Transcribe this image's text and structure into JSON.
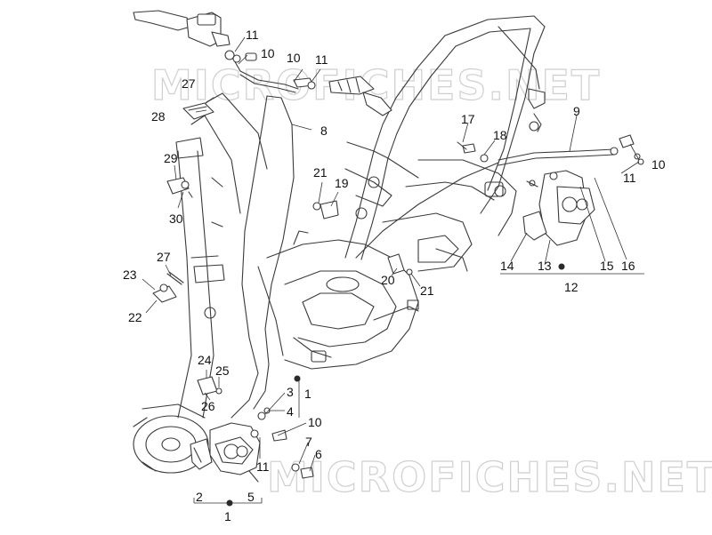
{
  "watermark": {
    "top_text": "MICROFICHES.NET",
    "bottom_text": "MICROFICHES.NET"
  },
  "callouts": {
    "c11a": "11",
    "c10a": "10",
    "c10b": "10",
    "c11b": "11",
    "c27": "27",
    "c28": "28",
    "c8": "8",
    "c9": "9",
    "c17": "17",
    "c18": "18",
    "c10c": "10",
    "c11c": "11",
    "c29": "29",
    "c30": "30",
    "c21a": "21",
    "c19": "19",
    "c27b": "27",
    "c23": "23",
    "c22": "22",
    "c20": "20",
    "c21b": "21",
    "c14": "14",
    "c13": "13",
    "c15": "15",
    "c16": "16",
    "c12": "12",
    "c24": "24",
    "c25": "25",
    "c26": "26",
    "c3": "3",
    "c1a": "1",
    "c4": "4",
    "c10d": "10",
    "c7": "7",
    "c6": "6",
    "c11d": "11",
    "c2": "2",
    "c5": "5",
    "c1b": "1"
  }
}
